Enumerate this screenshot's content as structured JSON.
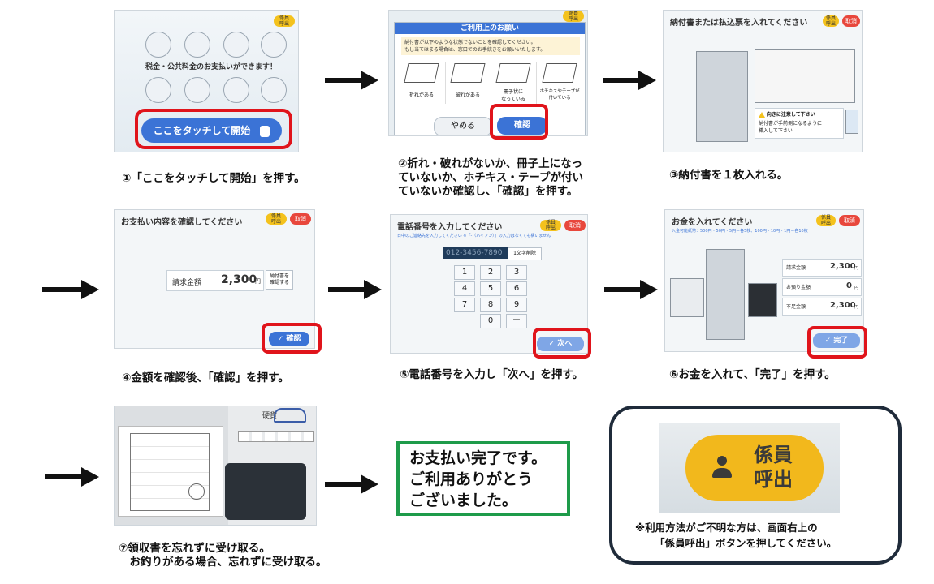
{
  "steps": {
    "s1": {
      "caption": "①「ここをタッチして開始」を押す。",
      "screen_text": "税金・公共料金のお支払いができます！",
      "button": "ここをタッチして開始"
    },
    "s2": {
      "caption": "②折れ・破れがないか、冊子上になっ\nていないか、ホチキス・テープが付い\nていないか確認し、「確認」を押す。",
      "title": "ご利用上のお願い",
      "notice_line1": "納付書が以下のような状態でないことを確認してください。",
      "notice_line2": "もし当てはまる場合は、窓口でのお手続きをお願いいたします。",
      "items": [
        "折れがある",
        "破れがある",
        "冊子状に\nなっている",
        "ホチキスやテープが\n付いている"
      ],
      "cancel": "やめる",
      "confirm": "確認"
    },
    "s3": {
      "caption": "③納付書を１枚入れる。",
      "header": "納付書または払込票を入れてください",
      "note_title": "向きに注意して下さい",
      "note_body": "納付書が手前側になるように\n挿入して下さい"
    },
    "s4": {
      "caption": "④金額を確認後、「確認」を押す。",
      "header": "お支払い内容を確認してください",
      "label": "請求金額",
      "amount": "2,300",
      "unit": "円",
      "side_btn": "納付書を\n確認する",
      "confirm": "確認"
    },
    "s5": {
      "caption": "⑤電話番号を入力し「次へ」を押す。",
      "header": "電話番号を入力してください",
      "sub": "日中のご連絡先を入力してください ※「-（ハイフン）」の入力はなくても構いません",
      "placeholder": "012-3456-7890",
      "delete": "1文字削除",
      "keys": [
        "1",
        "2",
        "3",
        "4",
        "5",
        "6",
        "7",
        "8",
        "9",
        "0",
        "ー"
      ],
      "next": "次へ"
    },
    "s6": {
      "caption": "⑥お金を入れて、「完了」を押す。",
      "header": "お金を入れてください",
      "sub": "入金可能紙幣：500円・50円・5円＝各5枚、100円・10円・1円＝各10枚",
      "rows": [
        {
          "label": "請求金額",
          "value": "2,300",
          "unit": "円"
        },
        {
          "label": "お預り金額",
          "value": "0",
          "unit": "円"
        },
        {
          "label": "不足金額",
          "value": "2,300",
          "unit": "円"
        }
      ],
      "done": "完了"
    },
    "s7": {
      "caption": "⑦領収書を忘れずに受け取る。\n　お釣りがある場合、忘れずに受け取る。",
      "machine_label": "硬貨"
    }
  },
  "chips": {
    "staff": "係員\n呼出",
    "cancel": "取消"
  },
  "completion": {
    "line1": "お支払い完了です。",
    "line2": "ご利用ありがとう",
    "line3": "ございました。"
  },
  "help": {
    "button_text": "係員\n呼出",
    "note_line1": "※利用方法がご不明な方は、画面右上の",
    "note_line2": "「係員呼出」ボタンを押してください。"
  },
  "colors": {
    "highlight": "#e0141b",
    "accent_blue": "#3b73d6",
    "completion_border": "#1e9b4a",
    "help_border": "#1f2b3a",
    "staff_yellow": "#f4c21d"
  }
}
